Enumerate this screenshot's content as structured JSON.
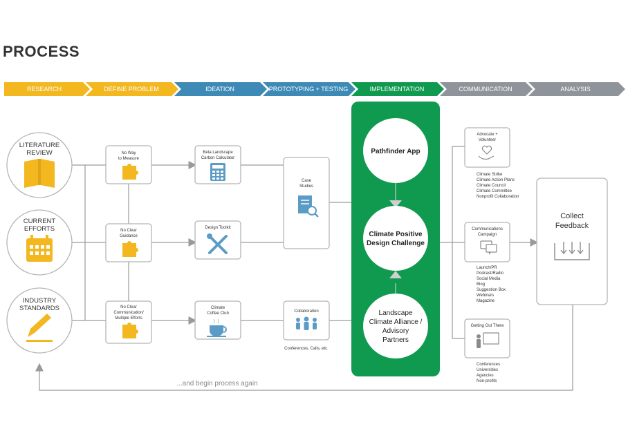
{
  "title": "PROCESS",
  "phases": [
    "RESEARCH",
    "DEFINE PROBLEM",
    "IDEATION",
    "PROTOTYPING + TESTING",
    "IMPLEMENTATION",
    "COMMUNICATION",
    "ANALYSIS"
  ],
  "research": {
    "literature": [
      "LITERATURE",
      "REVIEW"
    ],
    "current": [
      "CURRENT",
      "EFFORTS"
    ],
    "industry": [
      "INDUSTRY",
      "STANDARDS"
    ]
  },
  "problems": {
    "p1": [
      "No Way",
      "to Measure"
    ],
    "p2": [
      "No Clear",
      "Guidance"
    ],
    "p3": [
      "No Clear",
      "Communication/",
      "Multiple Efforts"
    ]
  },
  "ideas": {
    "i1": [
      "Beta Landscape",
      "Carbon Calculator"
    ],
    "i2": [
      "Design Toolkit"
    ],
    "i3": [
      "Climate",
      "Coffee Club"
    ]
  },
  "prototypes": {
    "case": [
      "Case",
      "Studies"
    ],
    "collab": "Collaboration",
    "collab_note": "Conferences, Calls, etc."
  },
  "implementation": {
    "pathfinder": "Pathfinder App",
    "challenge": [
      "Climate Positive",
      "Design Challenge"
    ],
    "alliance": [
      "Landscape",
      "Climate Alliance /",
      "Advisory",
      "Partners"
    ]
  },
  "communication": {
    "advocate": [
      "Advocate +",
      "Volunteer"
    ],
    "advocate_list": [
      "Climate Strike",
      "Climate Action Plans",
      "Climate Council",
      "Climate Committee",
      "Nonprofit Collaboration"
    ],
    "campaign": [
      "Communications",
      "Campaign"
    ],
    "campaign_list": [
      "Launch/PR",
      "Podcast/Radio",
      "Social Media",
      "Blog",
      "Suggestion Box",
      "Webinars",
      "Magazine"
    ],
    "outreach": "Getting Out There",
    "outreach_list": [
      "Conferences",
      "Universities",
      "Agencies",
      "Non-profits"
    ]
  },
  "analysis": [
    "Collect",
    "Feedback"
  ],
  "loop_label": "...and begin process again",
  "colors": {
    "research": "#f3b720",
    "ideation": "#3e8ab6",
    "implementation": "#109a4f",
    "analysis": "#8e9499",
    "icon_blue": "#5a9cc5",
    "icon_yellow": "#f3b720"
  }
}
